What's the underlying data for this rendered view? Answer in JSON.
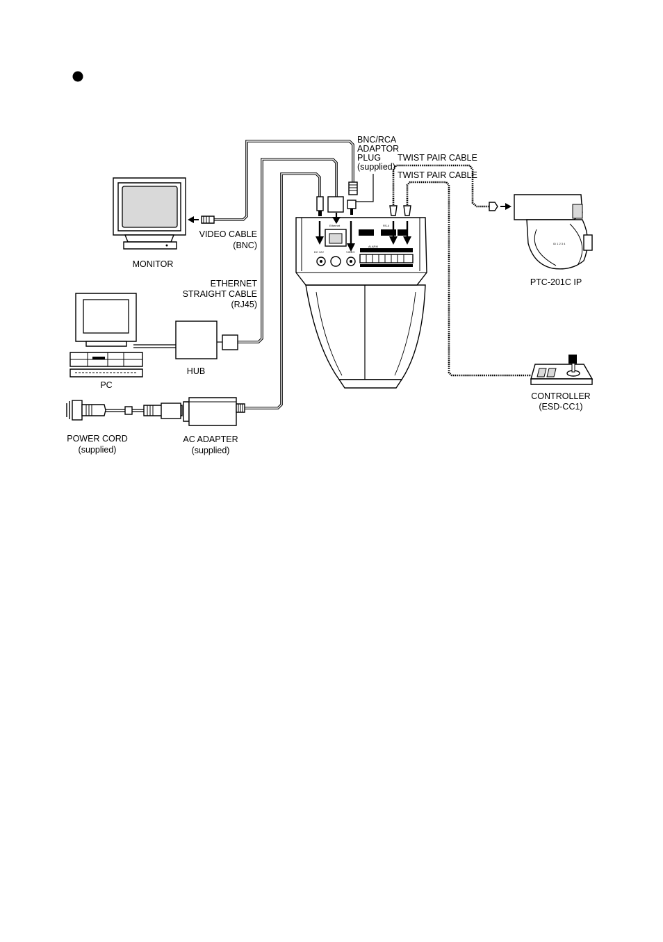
{
  "labels": {
    "bnc_rca_line1": "BNC/RCA",
    "bnc_rca_line2": "ADAPTOR",
    "bnc_rca_line3": "PLUG",
    "bnc_rca_line4": "(supplied)",
    "twist_pair_1": "TWIST PAIR CABLE",
    "twist_pair_2": "TWIST PAIR CABLE",
    "video_cable_line1": "VIDEO CABLE",
    "video_cable_line2": "(BNC)",
    "monitor": "MONITOR",
    "ethernet_line1": "ETHERNET",
    "ethernet_line2": "STRAIGHT CABLE",
    "ethernet_line3": "(RJ45)",
    "ptc": "PTC-201C IP",
    "pc": "PC",
    "hub": "HUB",
    "controller_line1": "CONTROLLER",
    "controller_line2": "(ESD-CC1)",
    "power_cord_line1": "POWER CORD",
    "power_cord_line2": "(supplied)",
    "ac_adapter_line1": "AC ADAPTER",
    "ac_adapter_line2": "(supplied)"
  },
  "camera_panel": {
    "ethernet": "Ethernet",
    "rs": "RS-4",
    "dc": "DC 12V",
    "video": "VIDEO",
    "alarm": "ALARM"
  }
}
